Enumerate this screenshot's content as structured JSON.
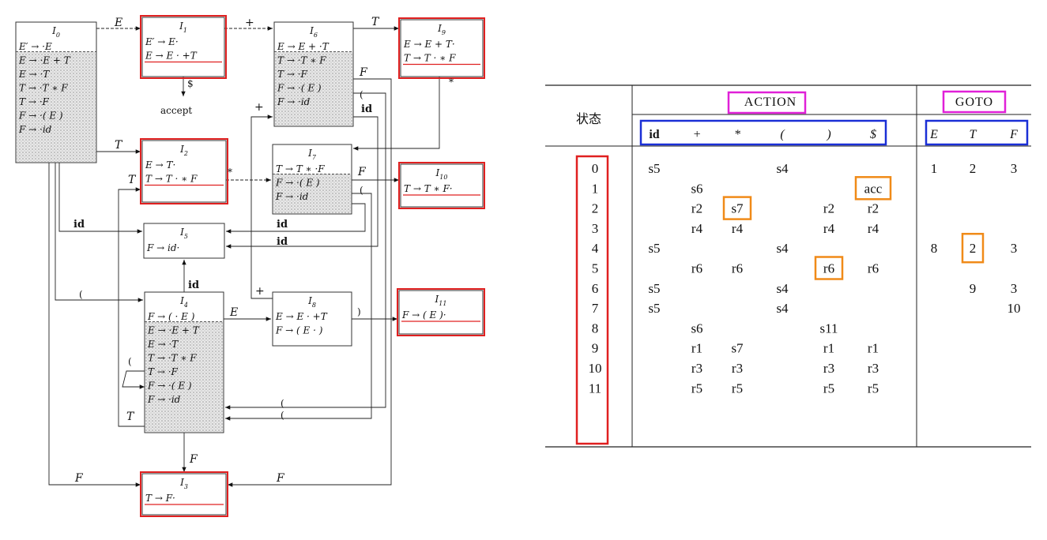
{
  "automaton": {
    "states": [
      {
        "id": "I0",
        "title": "I",
        "sub": "0",
        "items": [
          "E′ → ·E",
          "E → ·E + T",
          "E → ·T",
          "T → ·T ∗ F",
          "T → ·F",
          "F → ·( E )",
          "F → ·id"
        ]
      },
      {
        "id": "I1",
        "title": "I",
        "sub": "1",
        "items": [
          "E′ → E·",
          "E → E · +T"
        ]
      },
      {
        "id": "I2",
        "title": "I",
        "sub": "2",
        "items": [
          "E → T·",
          "T → T · ∗ F"
        ]
      },
      {
        "id": "I3",
        "title": "I",
        "sub": "3",
        "items": [
          "T → F·"
        ]
      },
      {
        "id": "I4",
        "title": "I",
        "sub": "4",
        "items": [
          "F → ( · E )",
          "E → ·E + T",
          "E → ·T",
          "T → ·T ∗ F",
          "T → ·F",
          "F → ·( E )",
          "F → ·id"
        ]
      },
      {
        "id": "I5",
        "title": "I",
        "sub": "5",
        "items": [
          "F → id·"
        ]
      },
      {
        "id": "I6",
        "title": "I",
        "sub": "6",
        "items": [
          "E → E + ·T",
          "T → ·T ∗ F",
          "T → ·F",
          "F → ·( E )",
          "F → ·id"
        ]
      },
      {
        "id": "I7",
        "title": "I",
        "sub": "7",
        "items": [
          "T → T ∗ ·F",
          "F → ·( E )",
          "F → ·id"
        ]
      },
      {
        "id": "I8",
        "title": "I",
        "sub": "8",
        "items": [
          "E → E · +T",
          "F → ( E · )"
        ]
      },
      {
        "id": "I9",
        "title": "I",
        "sub": "9",
        "items": [
          "E → E + T·",
          "T → T · ∗ F"
        ]
      },
      {
        "id": "I10",
        "title": "I",
        "sub": "10",
        "items": [
          "T → T ∗ F·"
        ]
      },
      {
        "id": "I11",
        "title": "I",
        "sub": "11",
        "items": [
          "F → ( E )·"
        ]
      }
    ],
    "accept_label": "accept",
    "edge_labels": {
      "E": "E",
      "T": "T",
      "F": "F",
      "plus": "+",
      "star": "*",
      "lparen": "(",
      "rparen": ")",
      "id": "id",
      "dollar": "$"
    }
  },
  "table": {
    "state_header": "状态",
    "action_header": "ACTION",
    "goto_header": "GOTO",
    "action_columns": [
      "id",
      "+",
      "*",
      "(",
      ")",
      "$"
    ],
    "goto_columns": [
      "E",
      "T",
      "F"
    ],
    "rows": [
      {
        "state": "0",
        "action": [
          "s5",
          "",
          "",
          "s4",
          "",
          ""
        ],
        "goto": [
          "1",
          "2",
          "3"
        ]
      },
      {
        "state": "1",
        "action": [
          "",
          "s6",
          "",
          "",
          "",
          "acc"
        ],
        "goto": [
          "",
          "",
          ""
        ]
      },
      {
        "state": "2",
        "action": [
          "",
          "r2",
          "s7",
          "",
          "r2",
          "r2"
        ],
        "goto": [
          "",
          "",
          ""
        ]
      },
      {
        "state": "3",
        "action": [
          "",
          "r4",
          "r4",
          "",
          "r4",
          "r4"
        ],
        "goto": [
          "",
          "",
          ""
        ]
      },
      {
        "state": "4",
        "action": [
          "s5",
          "",
          "",
          "s4",
          "",
          ""
        ],
        "goto": [
          "8",
          "2",
          "3"
        ]
      },
      {
        "state": "5",
        "action": [
          "",
          "r6",
          "r6",
          "",
          "r6",
          "r6"
        ],
        "goto": [
          "",
          "",
          ""
        ]
      },
      {
        "state": "6",
        "action": [
          "s5",
          "",
          "",
          "s4",
          "",
          ""
        ],
        "goto": [
          "",
          "9",
          "3"
        ]
      },
      {
        "state": "7",
        "action": [
          "s5",
          "",
          "",
          "s4",
          "",
          ""
        ],
        "goto": [
          "",
          "",
          "10"
        ]
      },
      {
        "state": "8",
        "action": [
          "",
          "s6",
          "",
          "",
          "s11",
          ""
        ],
        "goto": [
          "",
          "",
          ""
        ]
      },
      {
        "state": "9",
        "action": [
          "",
          "r1",
          "s7",
          "",
          "r1",
          "r1"
        ],
        "goto": [
          "",
          "",
          ""
        ]
      },
      {
        "state": "10",
        "action": [
          "",
          "r3",
          "r3",
          "",
          "r3",
          "r3"
        ],
        "goto": [
          "",
          "",
          ""
        ]
      },
      {
        "state": "11",
        "action": [
          "",
          "r5",
          "r5",
          "",
          "r5",
          "r5"
        ],
        "goto": [
          "",
          "",
          ""
        ]
      }
    ]
  },
  "colors": {
    "highlight_red": "#e02020",
    "highlight_blue": "#1a2fd6",
    "highlight_magenta": "#e020d8",
    "highlight_orange": "#f08a18",
    "kernel_shade": "#dcdcdc"
  }
}
